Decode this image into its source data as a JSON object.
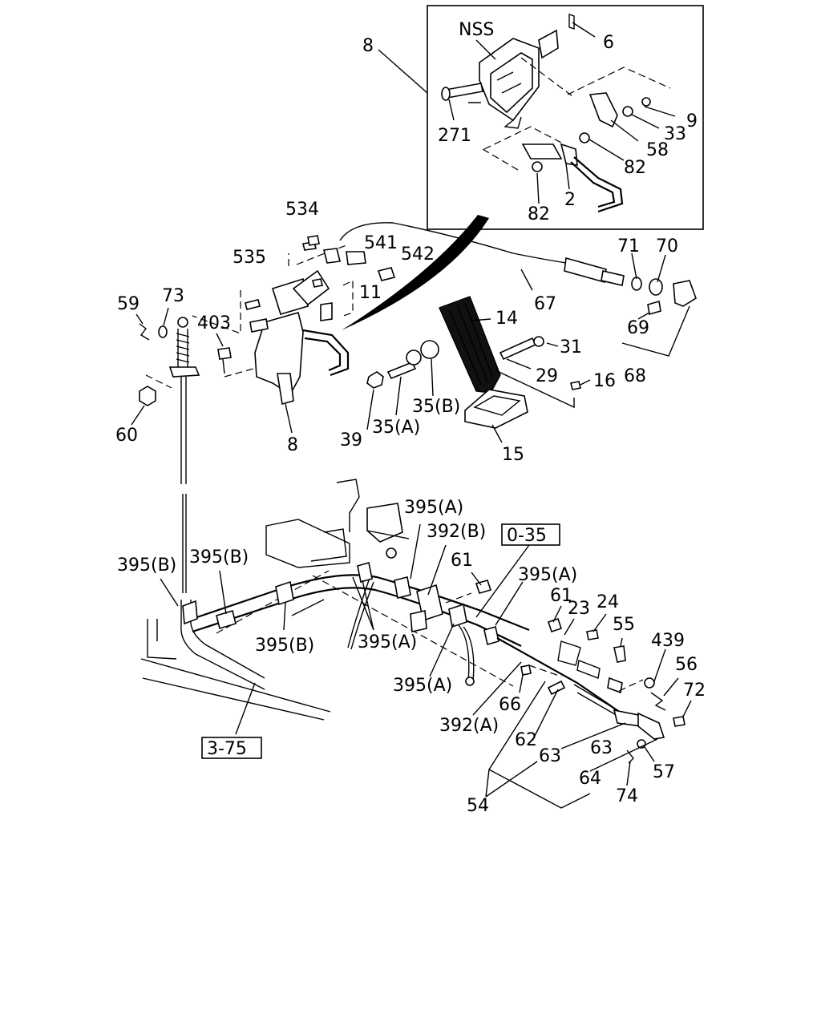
{
  "labels": {
    "l8a": "8",
    "lNSS": "NSS",
    "l6": "6",
    "l271": "271",
    "l9": "9",
    "l33": "33",
    "l58": "58",
    "l82a": "82",
    "l82b": "82",
    "l2": "2",
    "l534": "534",
    "l541": "541",
    "l542": "542",
    "l535": "535",
    "l11": "11",
    "l71": "71",
    "l70": "70",
    "l67": "67",
    "l59": "59",
    "l73": "73",
    "l403": "403",
    "l14": "14",
    "l31": "31",
    "l69": "69",
    "l29": "29",
    "l16": "16",
    "l68": "68",
    "l60": "60",
    "l8b": "8",
    "l39": "39",
    "l35a": "35(A)",
    "l35b": "35(B)",
    "l15": "15",
    "l395a1": "395(A)",
    "l392b": "392(B)",
    "l61a": "61",
    "l395a2": "395(A)",
    "l61b": "61",
    "l23": "23",
    "l24": "24",
    "l55": "55",
    "l395b1": "395(B)",
    "l395b2": "395(B)",
    "l395b3": "395(B)",
    "l395a3": "395(A)",
    "l439": "439",
    "l56": "56",
    "l395a4": "395(A)",
    "l66": "66",
    "l72": "72",
    "l392a": "392(A)",
    "l62": "62",
    "l63a": "63",
    "l63b": "63",
    "l57": "57",
    "l64": "64",
    "l74": "74",
    "l54": "54"
  },
  "refs": {
    "ref035": "0-35",
    "ref375": "3-75"
  }
}
